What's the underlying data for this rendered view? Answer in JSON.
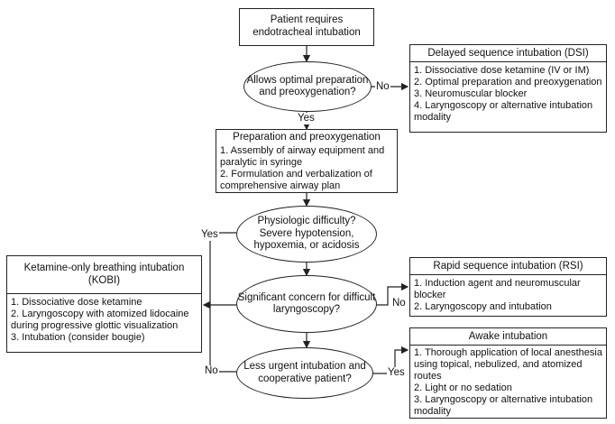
{
  "start": {
    "line1": "Patient requires",
    "line2": "endotracheal intubation"
  },
  "decisions": {
    "optimal_prep": {
      "line1": "Allows optimal preparation",
      "line2": "and preoxygenation?"
    },
    "physiologic": {
      "line1": "Physiologic difficulty?",
      "line2": "Severe hypotension,",
      "line3": "hypoxemia, or acidosis"
    },
    "laryngoscopy": {
      "line1": "Significant concern for difficult",
      "line2": "laryngoscopy?"
    },
    "urgent": {
      "line1": "Less urgent intubation and",
      "line2": "cooperative patient?"
    }
  },
  "prep_box": {
    "title": "Preparation and preoxygenation",
    "items": [
      "1. Assembly of airway equipment and paralytic in syringe",
      "2. Formulation and verbalization of comprehensive airway plan"
    ]
  },
  "dsi": {
    "title": "Delayed sequence intubation (DSI)",
    "items": [
      "1. Dissociative dose ketamine (IV or IM)",
      "2. Optimal preparation and preoxygenation",
      "3. Neuromuscular blocker",
      "4. Laryngoscopy or alternative intubation modality"
    ]
  },
  "rsi": {
    "title": "Rapid sequence intubation (RSI)",
    "items": [
      "1. Induction agent and neuromuscular blocker",
      "2. Laryngoscopy and intubation"
    ]
  },
  "awake": {
    "title": "Awake intubation",
    "items": [
      "1. Thorough application of local anesthesia using topical, nebulized, and atomized routes",
      "2. Light or no sedation",
      "3. Laryngoscopy or alternative intubation modality"
    ]
  },
  "kobi": {
    "title": "Ketamine-only breathing intubation (KOBI)",
    "items": [
      "1. Dissociative dose ketamine",
      "2. Laryngoscopy with atomized lidocaine during progressive glottic visualization",
      "3. Intubation (consider bougie)"
    ]
  },
  "labels": {
    "no_optimal": "No",
    "yes_optimal": "Yes",
    "yes_physiologic": "Yes",
    "no_laryngoscopy": "No",
    "no_urgent": "No",
    "yes_urgent": "Yes"
  }
}
